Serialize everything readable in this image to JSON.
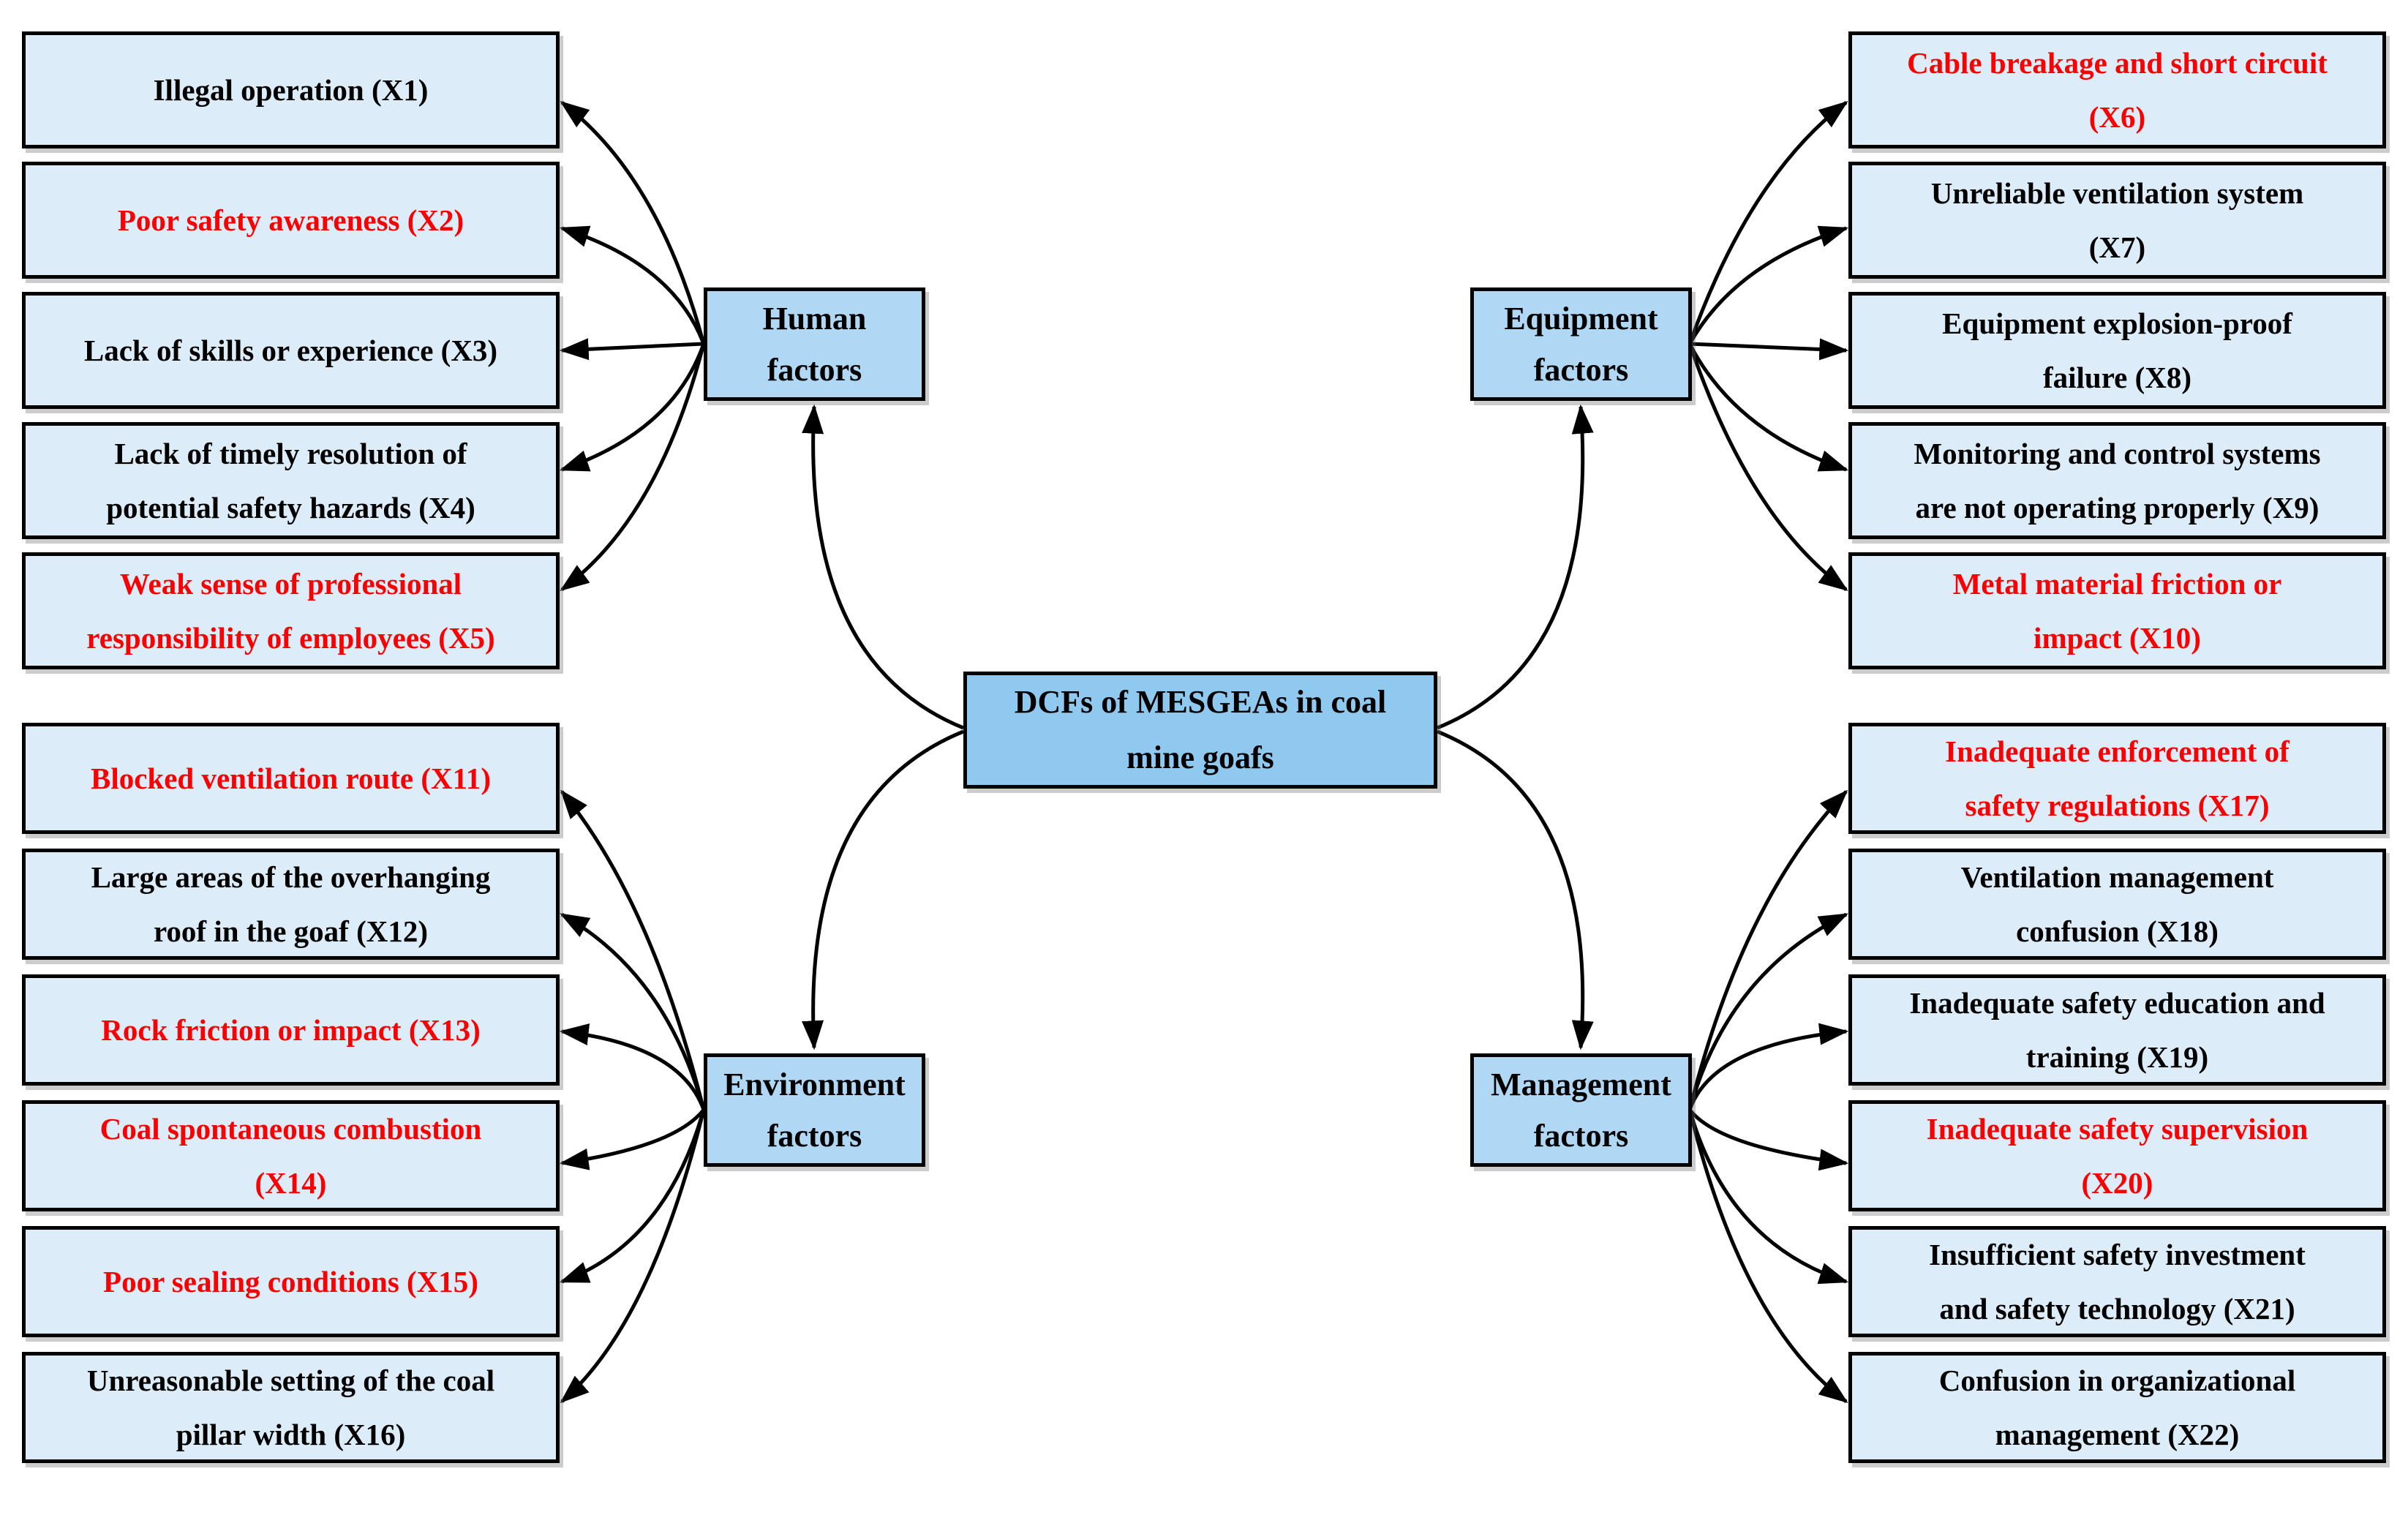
{
  "title_lines": [
    "DCFs of MESGEAs in coal",
    "mine goafs"
  ],
  "colors": {
    "factor_fill": "#dcecf9",
    "category_fill": "#b0d7f3",
    "center_fill": "#8fc9f0",
    "border": "#000000",
    "red_text": "#fb0000",
    "black_text": "#000000",
    "arrow": "#000000"
  },
  "center": {
    "id": "dcfs-center",
    "lines": [
      "DCFs of MESGEAs in coal",
      "mine goafs"
    ],
    "color": "#000000"
  },
  "groups": {
    "human": {
      "id": "human-factors",
      "label_lines": [
        "Human",
        "factors"
      ],
      "items": [
        {
          "id": "x1",
          "lines": [
            "Illegal operation (X1)",
            ""
          ],
          "color": "#000000"
        },
        {
          "id": "x2",
          "lines": [
            "Poor safety awareness (X2)",
            ""
          ],
          "color": "#fb0000"
        },
        {
          "id": "x3",
          "lines": [
            "Lack of skills or experience (X3)",
            ""
          ],
          "color": "#000000"
        },
        {
          "id": "x4",
          "lines": [
            "Lack of timely resolution of",
            "potential safety hazards (X4)"
          ],
          "color": "#000000"
        },
        {
          "id": "x5",
          "lines": [
            "Weak sense of professional",
            "responsibility of employees (X5)"
          ],
          "color": "#fb0000"
        }
      ]
    },
    "equipment": {
      "id": "equipment-factors",
      "label_lines": [
        "Equipment",
        "factors"
      ],
      "items": [
        {
          "id": "x6",
          "lines": [
            "Cable breakage and short circuit",
            "(X6)"
          ],
          "color": "#fb0000"
        },
        {
          "id": "x7",
          "lines": [
            "Unreliable ventilation system",
            "(X7)"
          ],
          "color": "#000000"
        },
        {
          "id": "x8",
          "lines": [
            "Equipment explosion-proof",
            "failure (X8)"
          ],
          "color": "#000000"
        },
        {
          "id": "x9",
          "lines": [
            "Monitoring and control systems",
            "are not operating properly (X9)"
          ],
          "color": "#000000"
        },
        {
          "id": "x10",
          "lines": [
            "Metal material friction or",
            "impact (X10)"
          ],
          "color": "#fb0000"
        }
      ]
    },
    "environment": {
      "id": "environment-factors",
      "label_lines": [
        "Environment",
        "factors"
      ],
      "items": [
        {
          "id": "x11",
          "lines": [
            "Blocked ventilation route (X11)",
            ""
          ],
          "color": "#fb0000"
        },
        {
          "id": "x12",
          "lines": [
            "Large areas of the overhanging",
            "roof in the goaf (X12)"
          ],
          "color": "#000000"
        },
        {
          "id": "x13",
          "lines": [
            "Rock friction or impact (X13)",
            ""
          ],
          "color": "#fb0000"
        },
        {
          "id": "x14",
          "lines": [
            "Coal spontaneous combustion",
            "(X14)"
          ],
          "color": "#fb0000"
        },
        {
          "id": "x15",
          "lines": [
            "Poor sealing conditions (X15)",
            ""
          ],
          "color": "#fb0000"
        },
        {
          "id": "x16",
          "lines": [
            "Unreasonable setting of the coal",
            "pillar width (X16)"
          ],
          "color": "#000000"
        }
      ]
    },
    "management": {
      "id": "management-factors",
      "label_lines": [
        "Management",
        "factors"
      ],
      "items": [
        {
          "id": "x17",
          "lines": [
            "Inadequate enforcement of",
            "safety regulations (X17)"
          ],
          "color": "#fb0000"
        },
        {
          "id": "x18",
          "lines": [
            "Ventilation management",
            "confusion (X18)"
          ],
          "color": "#000000"
        },
        {
          "id": "x19",
          "lines": [
            "Inadequate safety education and",
            "training (X19)"
          ],
          "color": "#000000"
        },
        {
          "id": "x20",
          "lines": [
            "Inadequate safety supervision",
            "(X20)"
          ],
          "color": "#fb0000"
        },
        {
          "id": "x21",
          "lines": [
            "Insufficient safety investment",
            "and safety technology (X21)"
          ],
          "color": "#000000"
        },
        {
          "id": "x22",
          "lines": [
            "Confusion in organizational",
            "management (X22)"
          ],
          "color": "#000000"
        }
      ]
    }
  },
  "edges": [
    {
      "from": "dcfs-center",
      "to": "human-factors"
    },
    {
      "from": "dcfs-center",
      "to": "equipment-factors"
    },
    {
      "from": "dcfs-center",
      "to": "environment-factors"
    },
    {
      "from": "dcfs-center",
      "to": "management-factors"
    },
    {
      "from": "human-factors",
      "to": "x1"
    },
    {
      "from": "human-factors",
      "to": "x2"
    },
    {
      "from": "human-factors",
      "to": "x3"
    },
    {
      "from": "human-factors",
      "to": "x4"
    },
    {
      "from": "human-factors",
      "to": "x5"
    },
    {
      "from": "equipment-factors",
      "to": "x6"
    },
    {
      "from": "equipment-factors",
      "to": "x7"
    },
    {
      "from": "equipment-factors",
      "to": "x8"
    },
    {
      "from": "equipment-factors",
      "to": "x9"
    },
    {
      "from": "equipment-factors",
      "to": "x10"
    },
    {
      "from": "environment-factors",
      "to": "x11"
    },
    {
      "from": "environment-factors",
      "to": "x12"
    },
    {
      "from": "environment-factors",
      "to": "x13"
    },
    {
      "from": "environment-factors",
      "to": "x14"
    },
    {
      "from": "environment-factors",
      "to": "x15"
    },
    {
      "from": "environment-factors",
      "to": "x16"
    },
    {
      "from": "management-factors",
      "to": "x17"
    },
    {
      "from": "management-factors",
      "to": "x18"
    },
    {
      "from": "management-factors",
      "to": "x19"
    },
    {
      "from": "management-factors",
      "to": "x20"
    },
    {
      "from": "management-factors",
      "to": "x21"
    },
    {
      "from": "management-factors",
      "to": "x22"
    }
  ]
}
